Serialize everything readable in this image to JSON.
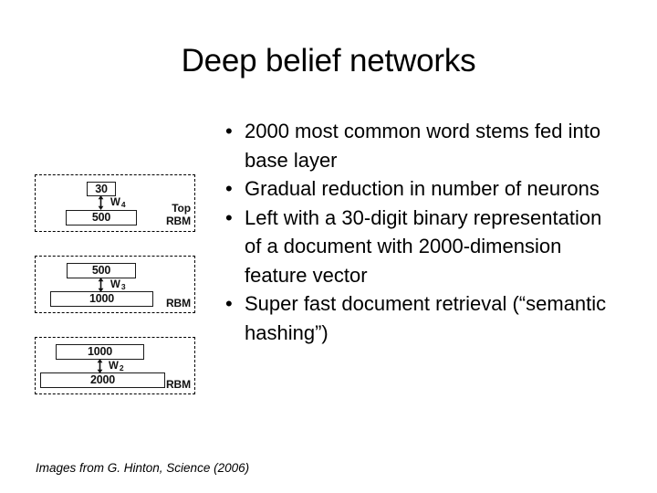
{
  "slide": {
    "title": "Deep belief networks",
    "background_color": "#ffffff",
    "text_color": "#000000"
  },
  "diagram": {
    "blocks": [
      {
        "id": "top-rbm",
        "upper_units": "30",
        "lower_units": "500",
        "weight_symbol": "W",
        "weight_index": "4",
        "tag_line1": "Top",
        "tag_line2": "RBM"
      },
      {
        "id": "middle-rbm",
        "upper_units": "500",
        "lower_units": "1000",
        "weight_symbol": "W",
        "weight_index": "3",
        "tag_line1": "",
        "tag_line2": "RBM"
      },
      {
        "id": "bottom-rbm",
        "upper_units": "1000",
        "lower_units": "2000",
        "weight_symbol": "W",
        "weight_index": "2",
        "tag_line1": "",
        "tag_line2": "RBM"
      }
    ]
  },
  "bullets": [
    {
      "marker": "•",
      "text": "2000 most common word stems fed into base layer"
    },
    {
      "marker": "•",
      "text": "Gradual reduction in number of neurons"
    },
    {
      "marker": "•",
      "text": "Left with a 30-digit binary representation of a document with 2000-dimension feature vector"
    },
    {
      "marker": "•",
      "text": "Super fast document retrieval (“semantic hashing”)"
    }
  ],
  "footer": {
    "credit": "Images from G. Hinton, Science (2006)"
  }
}
